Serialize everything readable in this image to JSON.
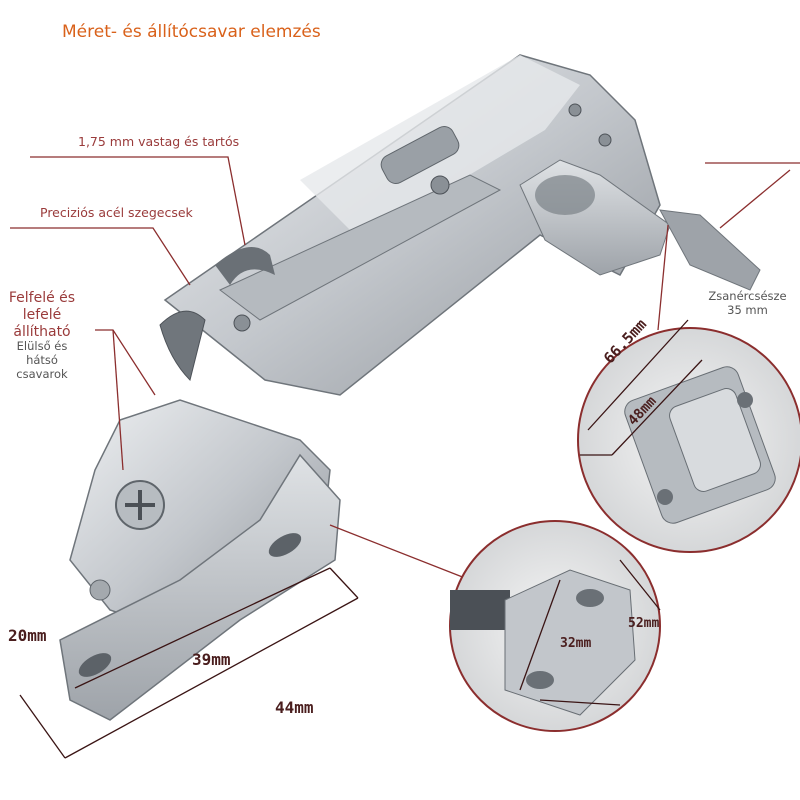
{
  "title": "Méret- és állítócsavar elemzés",
  "callouts": {
    "thickness": "1,75 mm vastag és tartós",
    "rivets": "Preciziós acél szegecsek",
    "updown": "Felfelé és lefelé állítható",
    "frontback": "Elülső és hátsó csavarok",
    "cup": "Zsanércsésze 35 mm"
  },
  "dimensions": {
    "d20": "20mm",
    "d39": "39mm",
    "d44": "44mm",
    "d66": "66.5mm",
    "d48": "48mm",
    "d32": "32mm",
    "d52": "52mm"
  },
  "colors": {
    "title": "#d9611a",
    "callout_text": "#9a3b3b",
    "lines": "#8b2e2e",
    "metal": "#c9ccd0",
    "metal_dark": "#7d8288"
  }
}
